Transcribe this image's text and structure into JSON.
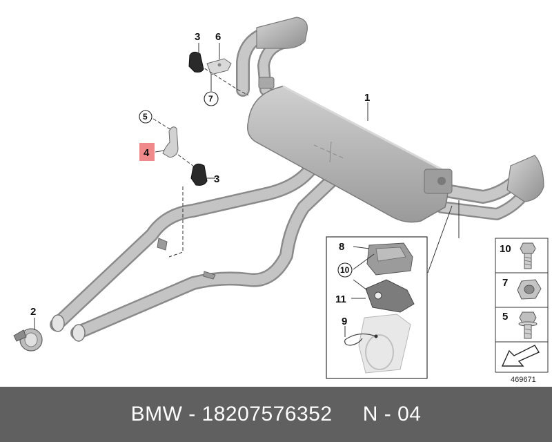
{
  "callouts": {
    "c1": "1",
    "c2": "2",
    "c3a": "3",
    "c3b": "3",
    "c4": "4",
    "c5": "5",
    "c6": "6",
    "c7": "7",
    "c8": "8",
    "c9": "9",
    "c10": "10",
    "c11": "11"
  },
  "legend": {
    "items": [
      {
        "number": "10",
        "part": "bolt"
      },
      {
        "number": "7",
        "part": "nut"
      },
      {
        "number": "5",
        "part": "flange-bolt"
      }
    ],
    "ref_number": "469671"
  },
  "footer": {
    "text": "BMW - 18207576352     N - 04"
  },
  "colors": {
    "highlight": "#f08a8a",
    "footer_bg": "#606060",
    "pipe": "#bdbdbd",
    "pipe_dark": "#8e8e8e"
  }
}
